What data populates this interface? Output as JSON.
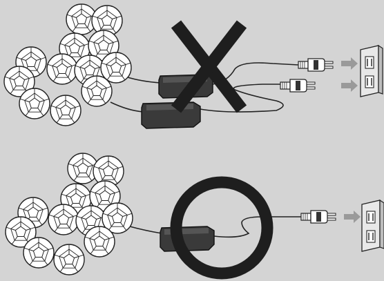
{
  "panels": [
    {
      "id": "incorrect",
      "verdict_mark": "cross-icon",
      "adapters": 2,
      "plugs": 2,
      "outlets": 2
    },
    {
      "id": "correct",
      "verdict_mark": "circle-icon",
      "adapters": 1,
      "plugs": 1,
      "outlets": 1
    }
  ],
  "colors": {
    "background": "#d4d4d4",
    "outline": "#222222",
    "fill": "#ffffff",
    "adapter": "#3a3a3a",
    "mark": "#1e1e1e",
    "arrow": "#9a9a9a"
  }
}
